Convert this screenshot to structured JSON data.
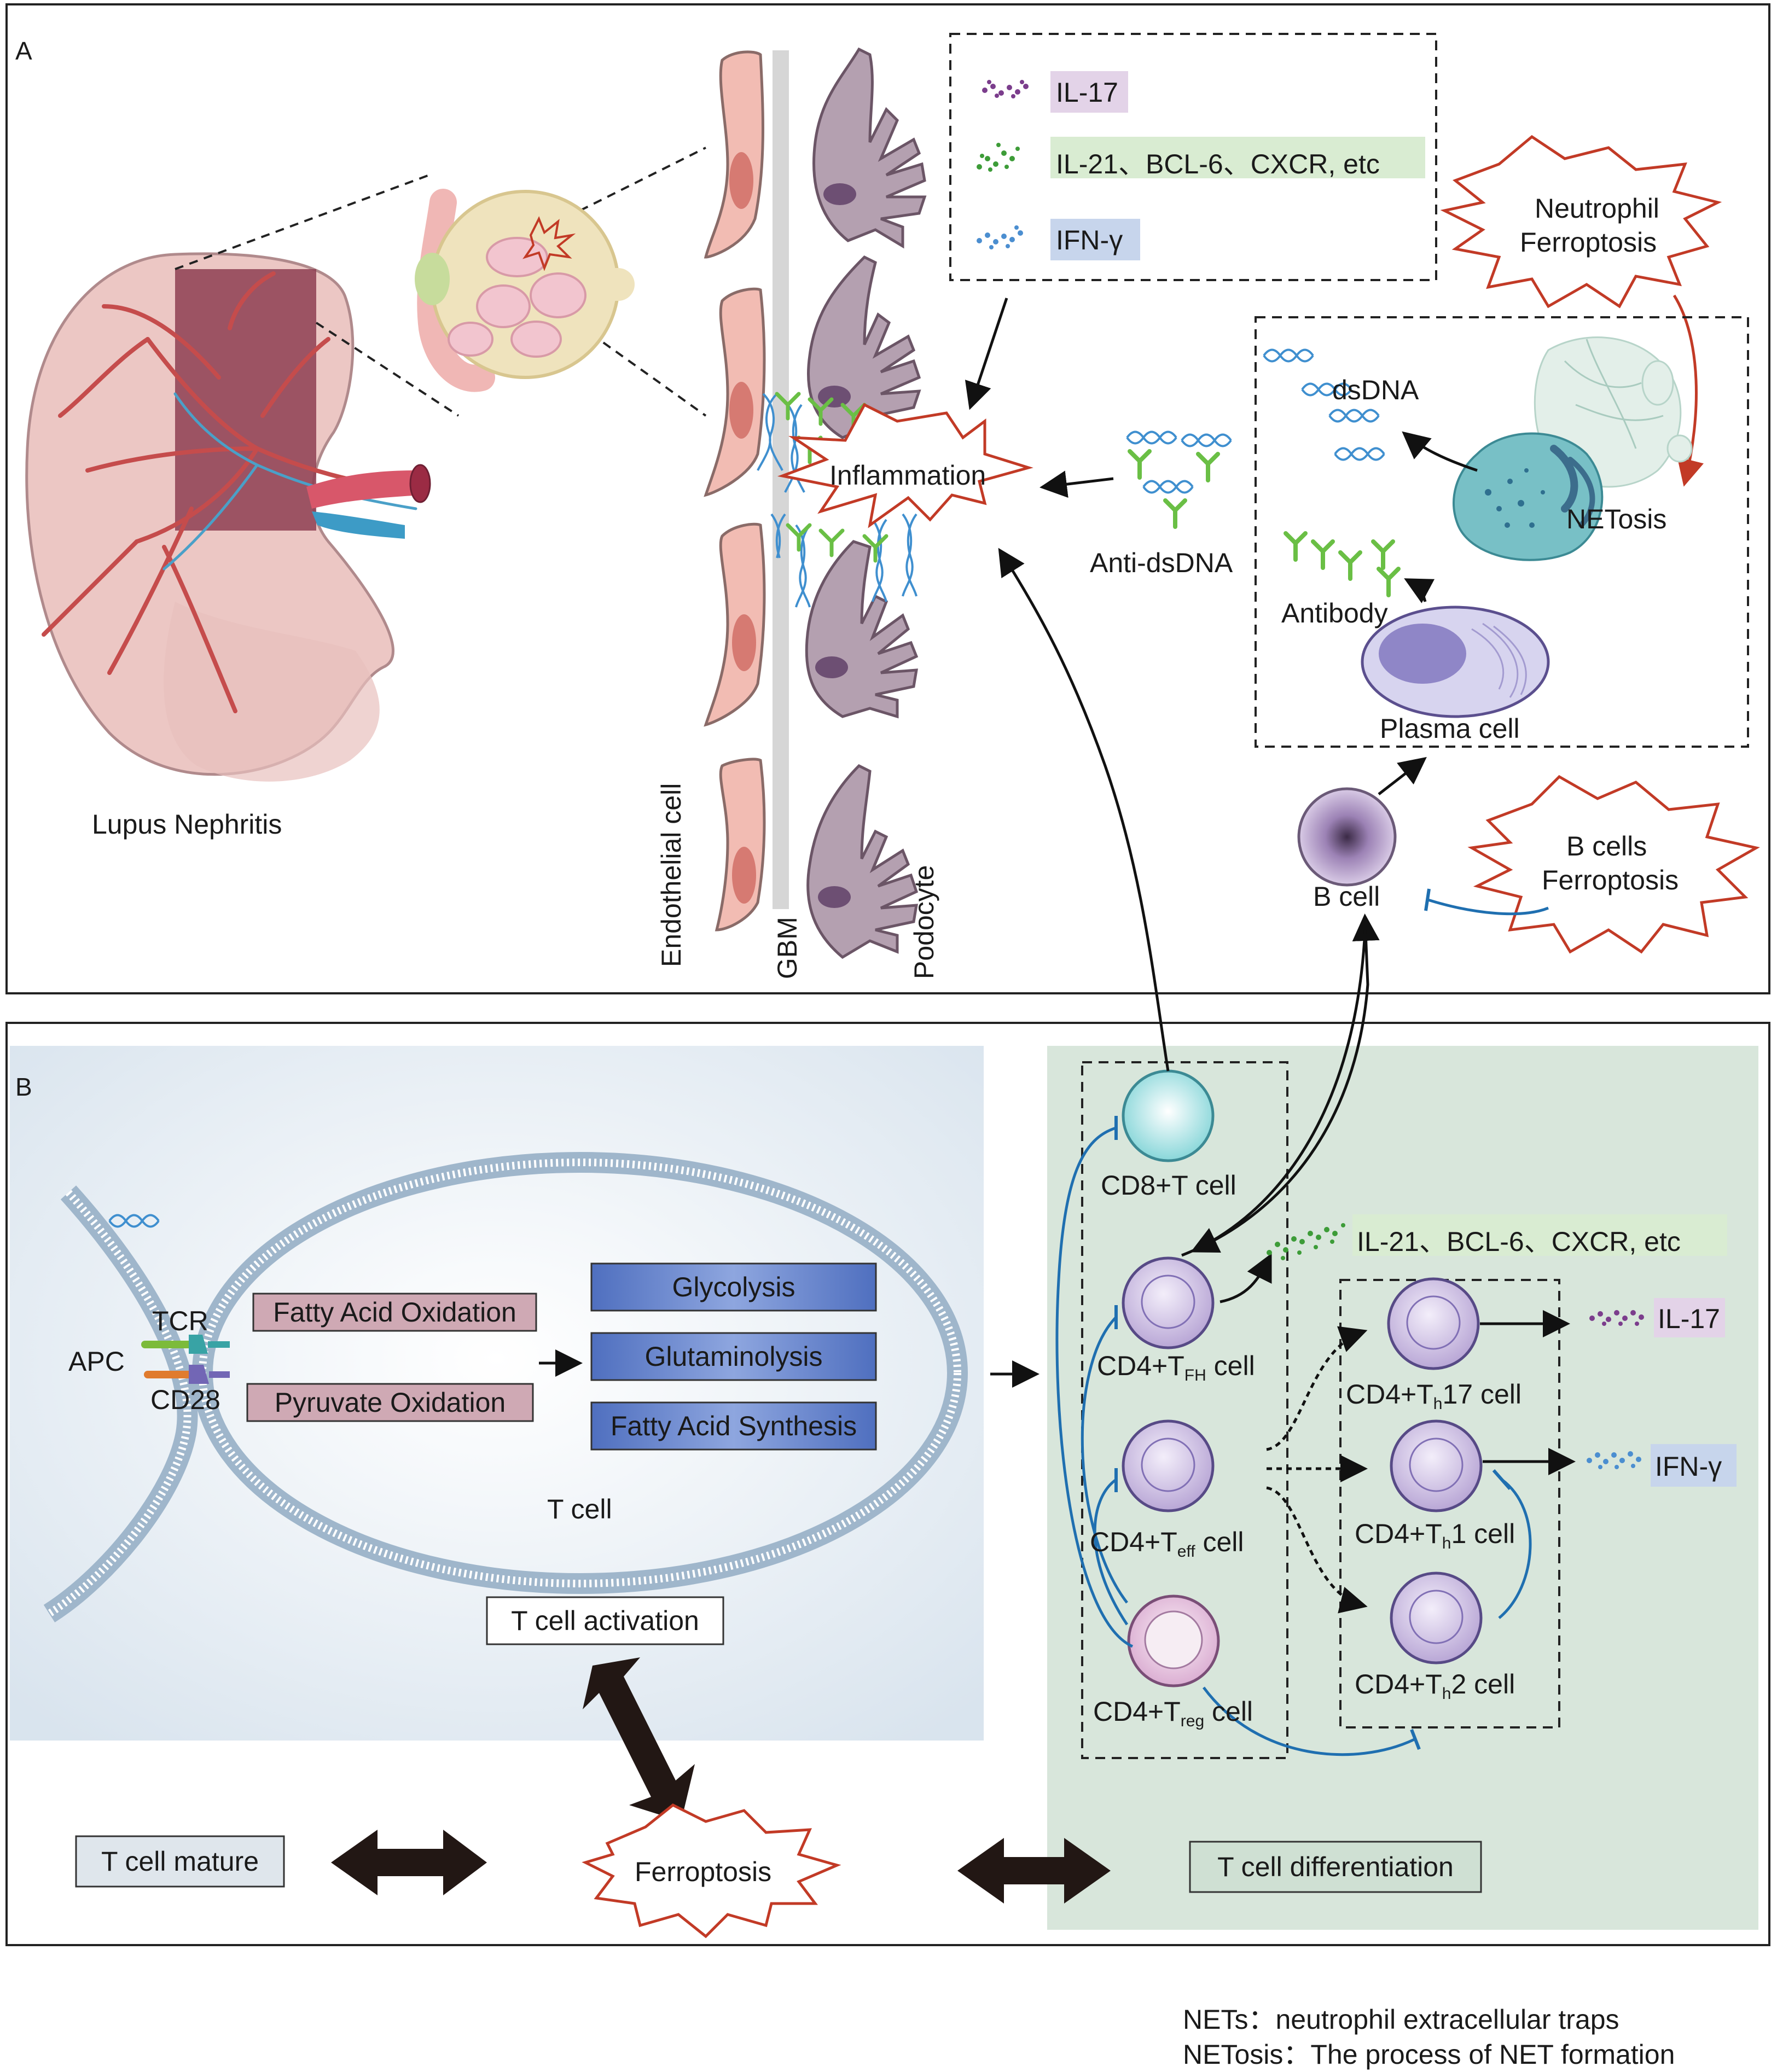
{
  "panelA": {
    "letter": "A",
    "lupus": "Lupus Nephritis",
    "endothelial": "Endothelial cell",
    "gbm": "GBM",
    "podocyte": "Podocyte",
    "inflammation": "Inflammation",
    "anti_dsdna": "Anti-dsDNA",
    "dsdna": "dsDNA",
    "netosis": "NETosis",
    "antibody": "Antibody",
    "plasma_cell": "Plasma cell",
    "b_cell": "B cell",
    "neutrophil_burst": [
      "Neutrophil",
      "Ferroptosis"
    ],
    "bcell_burst": [
      "B cells",
      "Ferroptosis"
    ],
    "legend": [
      {
        "label": "IL-17",
        "color": "#e3d3e8"
      },
      {
        "label": "IL-21、BCL-6、CXCR, etc",
        "color": "#d9ecd2"
      },
      {
        "label": "IFN-γ",
        "color": "#c7d5ec"
      }
    ]
  },
  "panelB": {
    "letter": "B",
    "apc": "APC",
    "tcr": "TCR",
    "cd28": "CD28",
    "fatty_acid_oxidation": "Fatty Acid Oxidation",
    "pyruvate_oxidation": "Pyruvate Oxidation",
    "glycolysis": "Glycolysis",
    "glutaminolysis": "Glutaminolysis",
    "fatty_acid_synthesis": "Fatty Acid Synthesis",
    "t_cell": "T cell",
    "t_cell_activation": "T cell activation",
    "t_cell_mature": "T cell mature",
    "ferroptosis": "Ferroptosis",
    "t_cell_differentiation": "T cell differentiation",
    "cd8": "CD8+T cell",
    "cd4_tfh": {
      "pre": "CD4+T",
      "sub": "FH",
      "post": " cell"
    },
    "cd4_teff": {
      "pre": "CD4+T",
      "sub": "eff",
      "post": " cell"
    },
    "cd4_treg": {
      "pre": "CD4+T",
      "sub": "reg",
      "post": " cell"
    },
    "cd4_th17": {
      "pre": "CD4+T",
      "sub": "h",
      "post": "17 cell"
    },
    "cd4_th1": {
      "pre": "CD4+T",
      "sub": "h",
      "post": "1 cell"
    },
    "cd4_th2": {
      "pre": "CD4+T",
      "sub": "h",
      "post": "2 cell"
    },
    "il21_label": "IL-21、BCL-6、CXCR, etc",
    "il17_label": "IL-17",
    "ifng_label": "IFN-γ"
  },
  "footnotes": [
    "NETs：neutrophil extracellular traps",
    "NETosis：The process of NET formation"
  ],
  "colors": {
    "burst_red": "#c23a26",
    "inhibit_blue": "#1f6fb0",
    "cell_purple": "#c9b8df",
    "metab_blue": "#5b7ec8",
    "metab_pink": "#c8a2ac",
    "endothelial_pink": "#f2bcb3",
    "podocyte_purple": "#9f8799",
    "panelB_left_bg": "#dbe5ee",
    "panelB_right_bg": "#d8e6db"
  }
}
